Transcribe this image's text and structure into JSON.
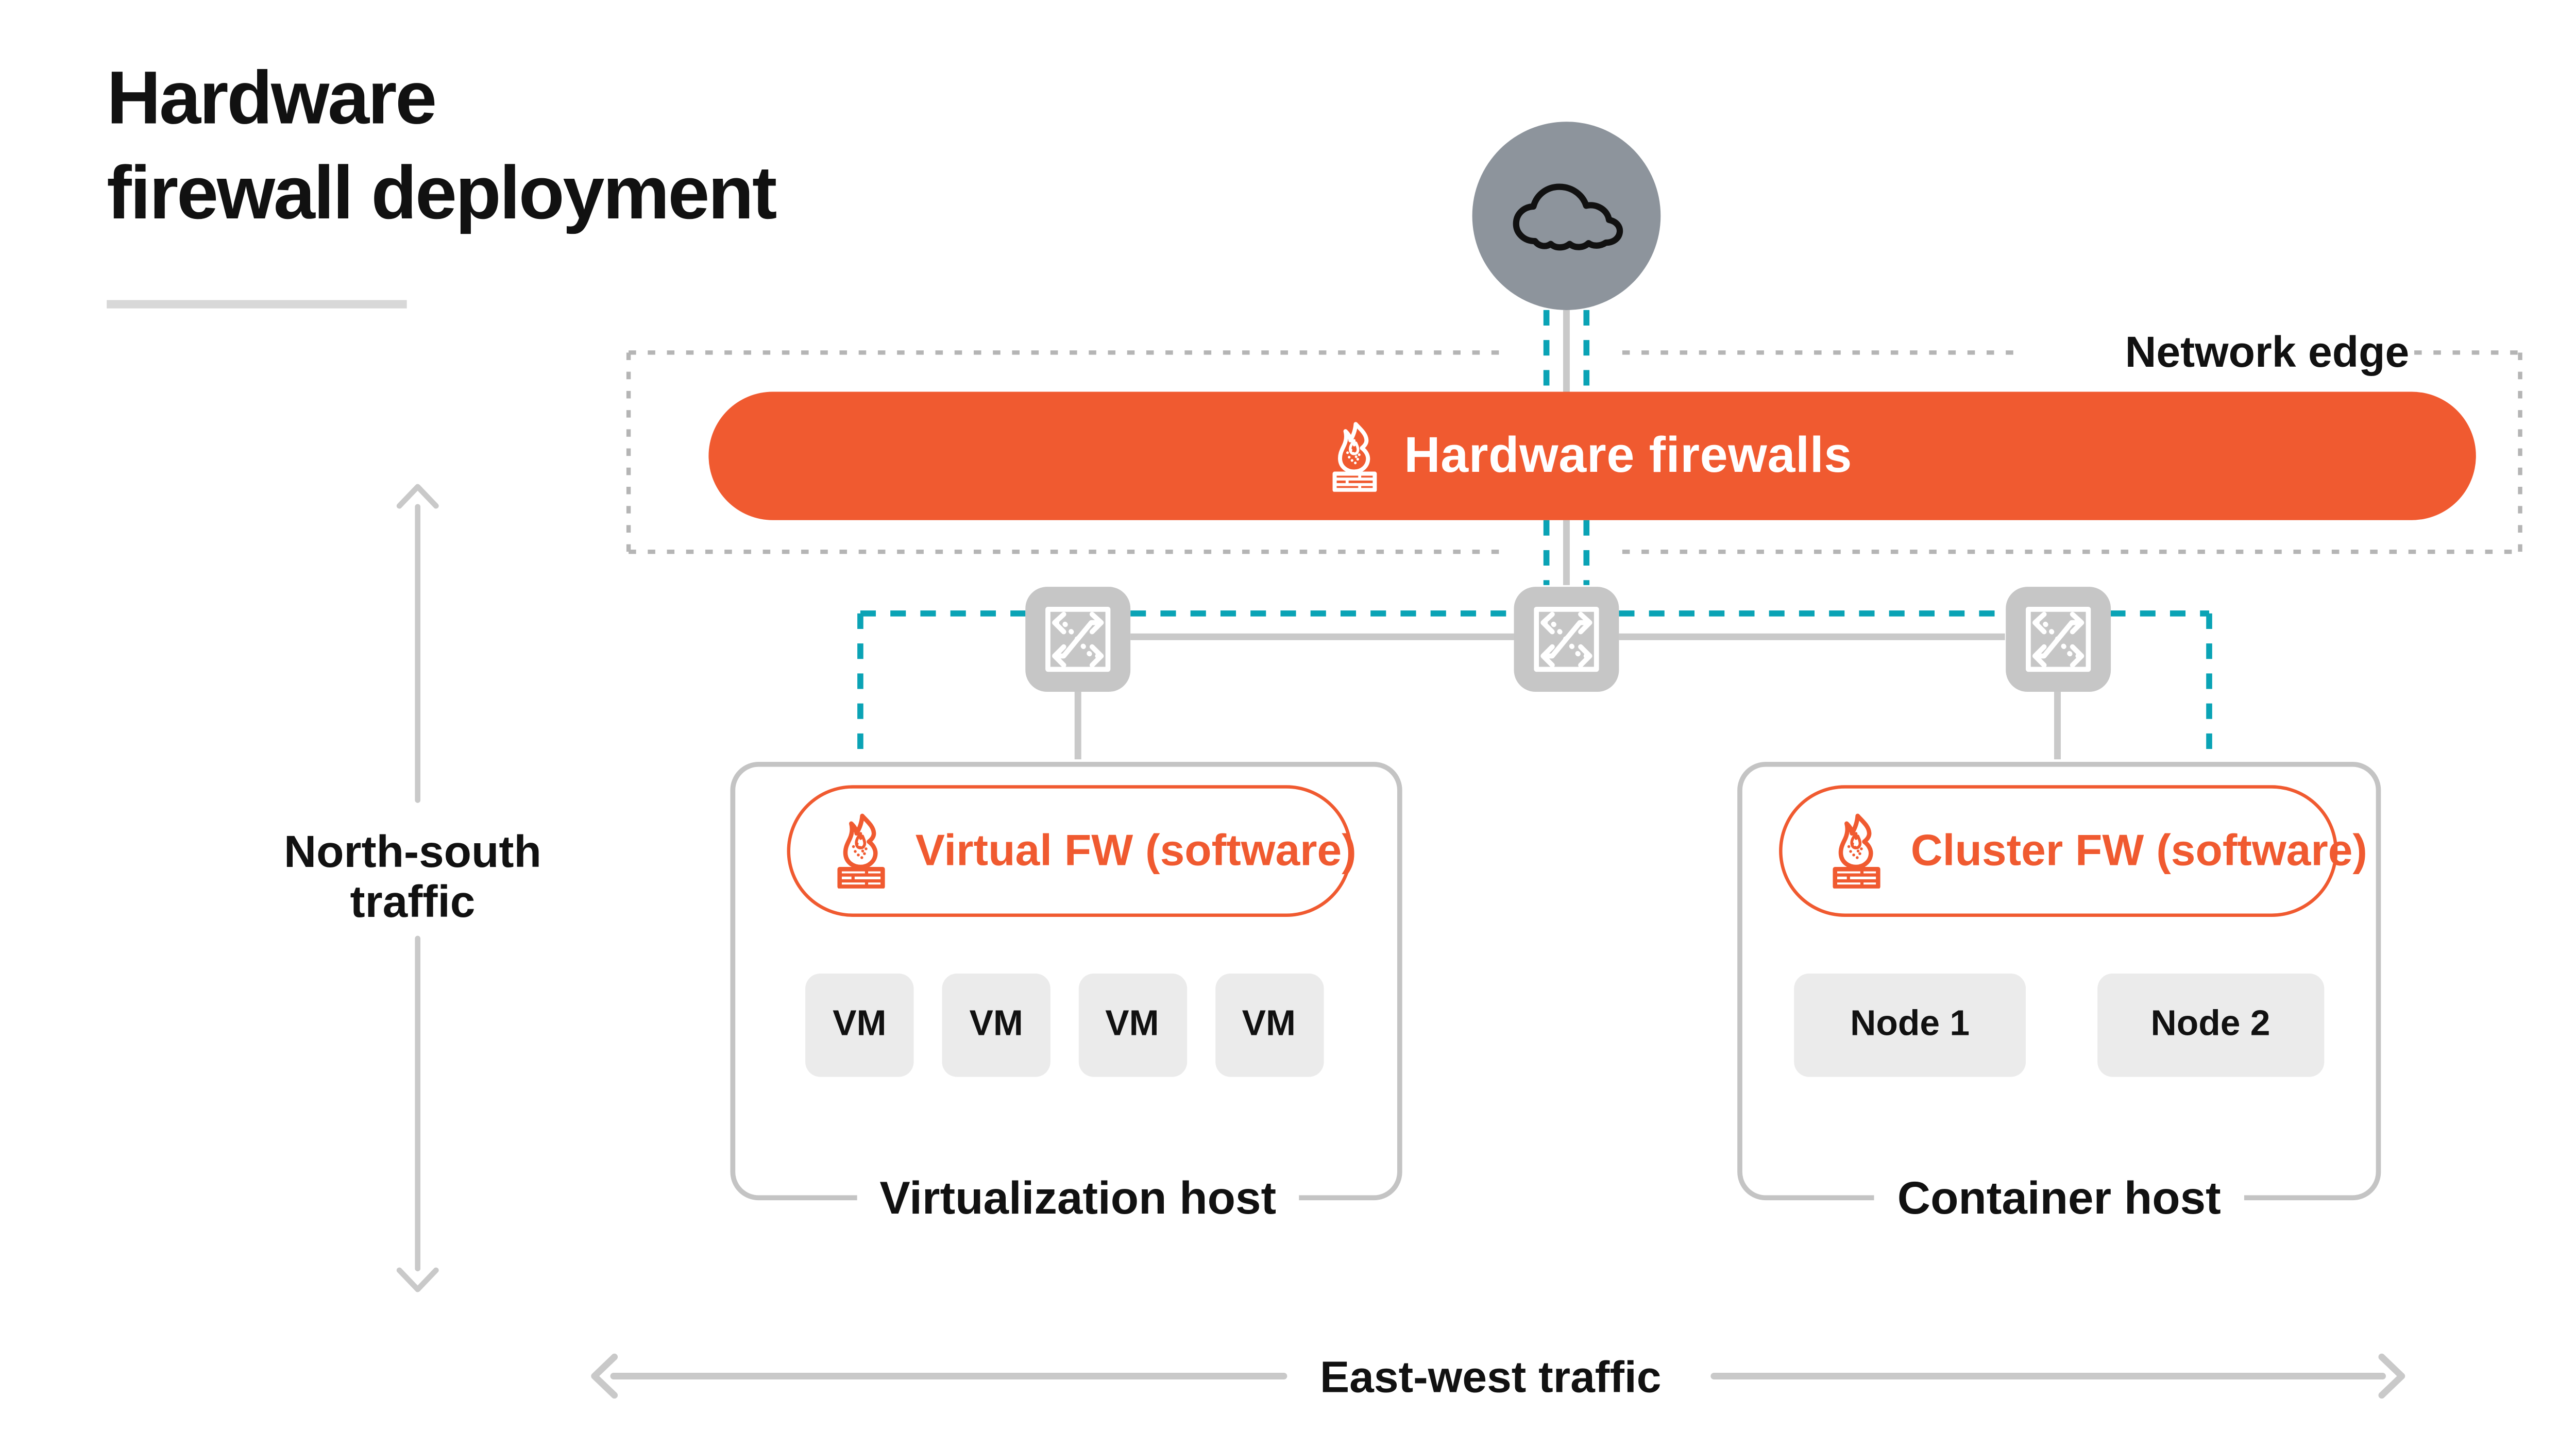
{
  "title": {
    "line1": "Hardware",
    "line2": "firewall deployment"
  },
  "network_edge": {
    "label": "Network edge",
    "bar_label": "Hardware firewalls"
  },
  "hosts": {
    "virtualization": {
      "label": "Virtualization host",
      "fw_label": "Virtual FW (software)",
      "vms": [
        "VM",
        "VM",
        "VM",
        "VM"
      ]
    },
    "container": {
      "label": "Container host",
      "fw_label": "Cluster FW (software)",
      "nodes": [
        "Node 1",
        "Node 2"
      ]
    }
  },
  "traffic": {
    "north_south": "North-south traffic",
    "east_west": "East-west traffic"
  },
  "icons": {
    "cloud": "cloud-icon",
    "switch": "network-switch-icon",
    "firewall": "firewall-flame-brick-icon"
  },
  "colors": {
    "accent-orange": "#F05A30",
    "teal": "#0AA3B5",
    "circle-gray": "#8D949C",
    "switch-gray": "#C6C6C6",
    "line-gray": "#C9C9C9",
    "host-border-gray": "#C4C4C4",
    "dotted-border-gray": "#B5B5B5",
    "box-fill-gray": "#EBEBEB",
    "underline-gray": "#D8D8D8",
    "text-black": "#111111"
  }
}
